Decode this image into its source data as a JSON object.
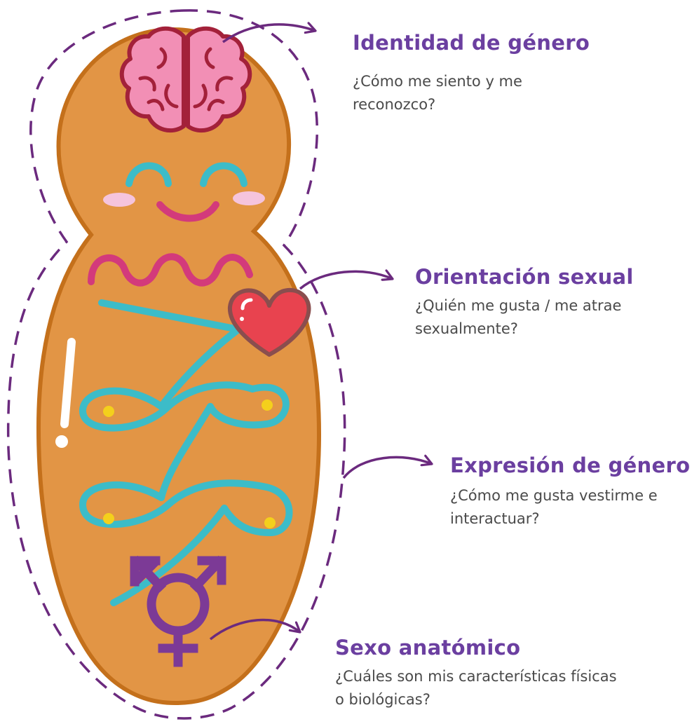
{
  "colors": {
    "body_fill": "#e29545",
    "body_outline": "#c4701b",
    "dashed_outline": "#6b2a7e",
    "brain_fill": "#f28fb5",
    "brain_outline": "#a3213a",
    "face_features": "#3cbcc8",
    "mouth": "#d33a7b",
    "cheeks": "#f5c4dd",
    "heart": "#e8434f",
    "heart_outline": "#8a4e4e",
    "ribbon": "#3cbcc8",
    "dots": "#f4d01c",
    "symbol": "#7c3a96",
    "title_text": "#6b3fa0",
    "body_text": "#4a4a4a"
  },
  "icons": [
    "brain-icon",
    "heart-icon",
    "transgender-symbol-icon"
  ],
  "labels": {
    "identidad": {
      "title": "Identidad de género",
      "text": "¿Cómo me siento y me reconozco?"
    },
    "orientacion": {
      "title": "Orientación sexual",
      "text": "¿Quién me gusta / me atrae sexualmente?"
    },
    "expresion": {
      "title": "Expresión de género",
      "text": "¿Cómo me gusta vestirme e interactuar?"
    },
    "sexo": {
      "title": "Sexo anatómico",
      "text": "¿Cuáles son mis características físicas o biológicas?"
    }
  }
}
